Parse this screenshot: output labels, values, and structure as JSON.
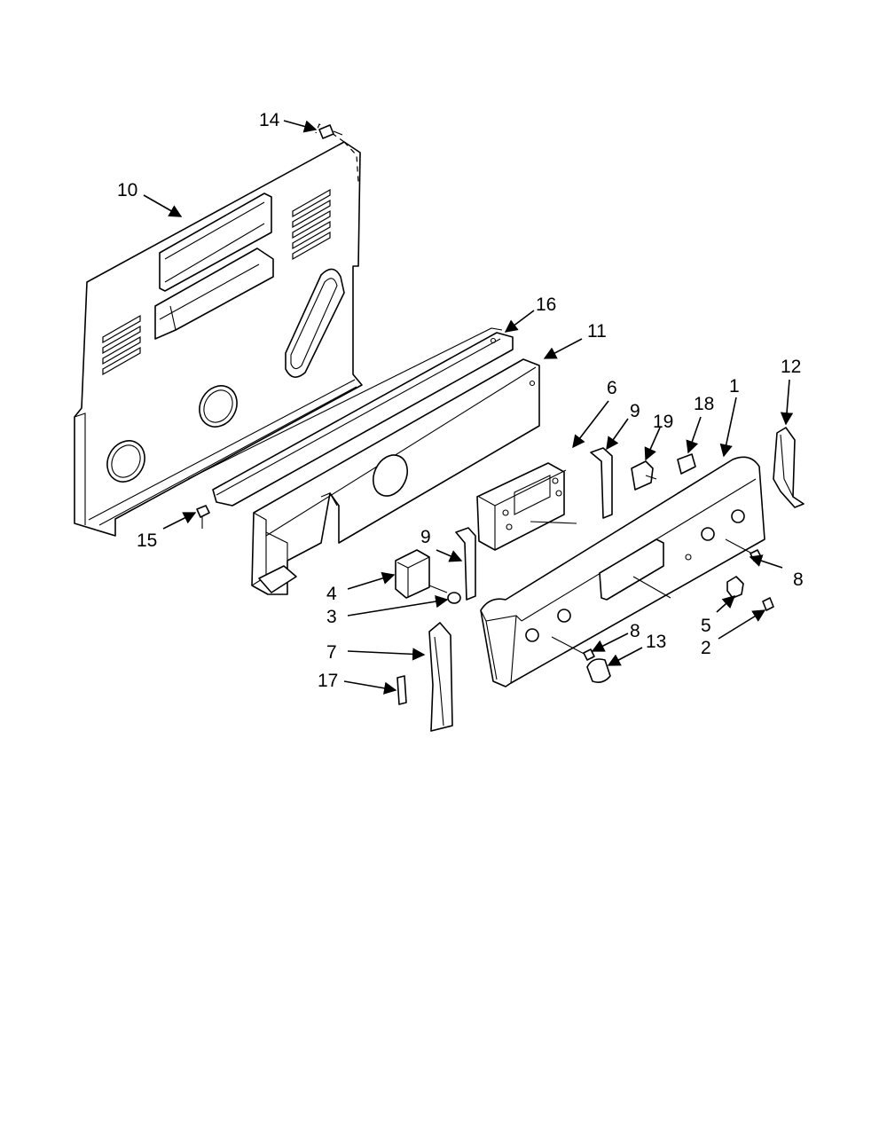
{
  "diagram": {
    "type": "exploded parts diagram",
    "colors": {
      "ink": "#000000",
      "paper": "#ffffff"
    },
    "callouts": [
      {
        "id": "c14",
        "label": "14"
      },
      {
        "id": "c10",
        "label": "10"
      },
      {
        "id": "c16",
        "label": "16"
      },
      {
        "id": "c11",
        "label": "11"
      },
      {
        "id": "c6",
        "label": "6"
      },
      {
        "id": "c9a",
        "label": "9"
      },
      {
        "id": "c19",
        "label": "19"
      },
      {
        "id": "c18",
        "label": "18"
      },
      {
        "id": "c1",
        "label": "1"
      },
      {
        "id": "c12",
        "label": "12"
      },
      {
        "id": "c15",
        "label": "15"
      },
      {
        "id": "c9b",
        "label": "9"
      },
      {
        "id": "c4",
        "label": "4"
      },
      {
        "id": "c3",
        "label": "3"
      },
      {
        "id": "c8a",
        "label": "8"
      },
      {
        "id": "c5",
        "label": "5"
      },
      {
        "id": "c2",
        "label": "2"
      },
      {
        "id": "c8b",
        "label": "8"
      },
      {
        "id": "c13",
        "label": "13"
      },
      {
        "id": "c7",
        "label": "7"
      },
      {
        "id": "c17",
        "label": "17"
      }
    ]
  }
}
